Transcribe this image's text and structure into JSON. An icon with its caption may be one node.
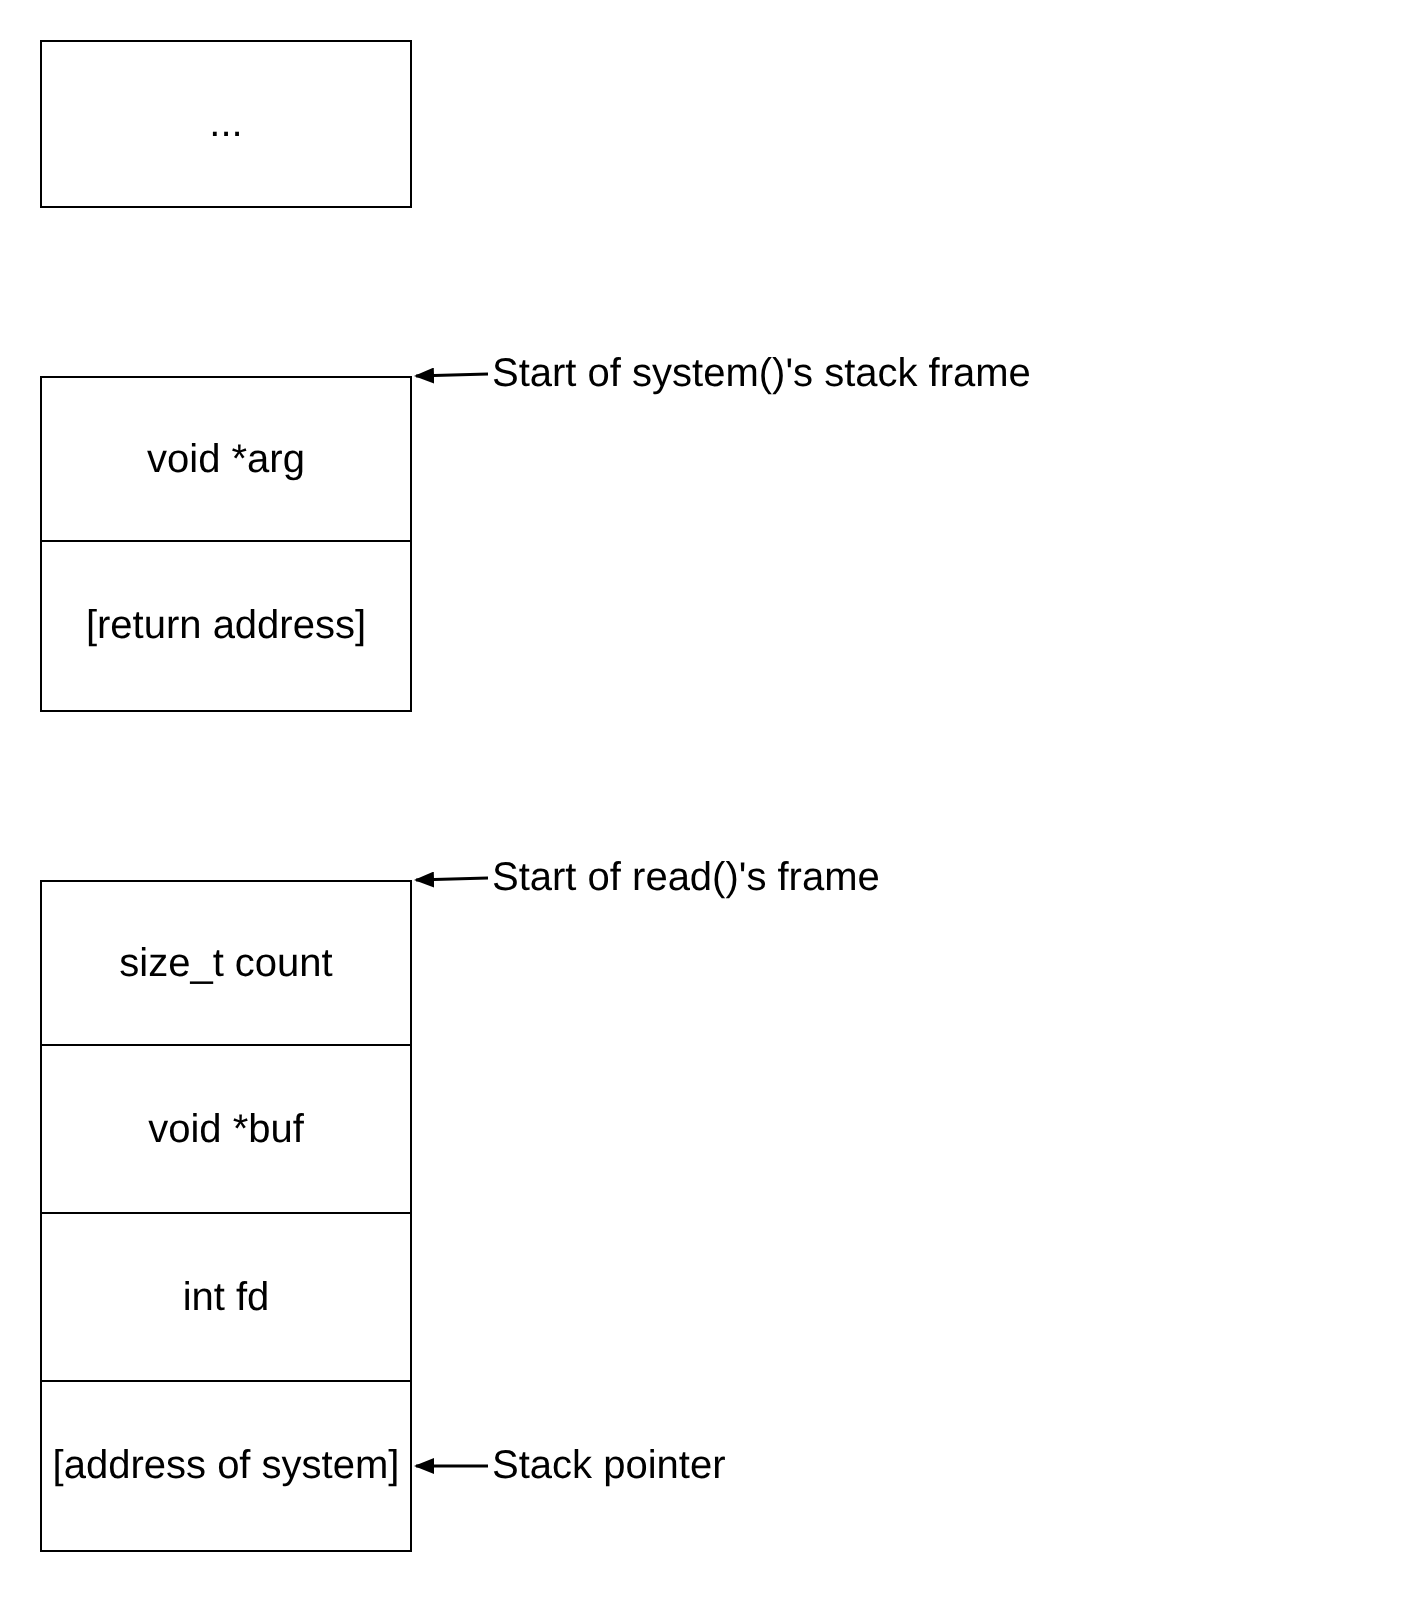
{
  "diagram": {
    "nodes": [
      {
        "text": [
          "..."
        ]
      },
      {
        "text": [
          "Start of system()'s stack frame"
        ]
      },
      {
        "text": [
          "void *arg"
        ]
      },
      {
        "text": [
          "[return address]"
        ]
      },
      {
        "text": [
          "Start of read()'s frame"
        ]
      },
      {
        "text": [
          "size_t count"
        ]
      },
      {
        "text": [
          "void *buf"
        ]
      },
      {
        "text": [
          "int fd"
        ]
      },
      {
        "text": [
          "[address of system]"
        ]
      },
      {
        "text": [
          "Stack pointer"
        ]
      }
    ],
    "edges": [
      {
        "from": 1,
        "to": 2,
        "arrow": "to"
      },
      {
        "from": 4,
        "to": 5,
        "arrow": "to"
      },
      {
        "from": 9,
        "to": 8,
        "arrow": "to"
      }
    ]
  }
}
